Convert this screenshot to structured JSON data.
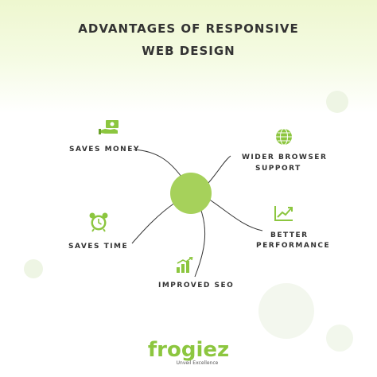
{
  "title": {
    "line1": "ADVANTAGES OF RESPONSIVE",
    "line2": "WEB DESIGN"
  },
  "items": [
    {
      "label": "SAVES MONEY",
      "icon": "money-hand-icon"
    },
    {
      "label": "WIDER BROWSER",
      "label2": "SUPPORT",
      "icon": "globe-icon"
    },
    {
      "label": "BETTER",
      "label2": "PERFORMANCE",
      "icon": "growth-chart-icon"
    },
    {
      "label": "SAVES TIME",
      "icon": "alarm-clock-icon"
    },
    {
      "label": "IMPROVED SEO",
      "icon": "bar-chart-icon"
    }
  ],
  "logo": {
    "name": "frogiez",
    "tagline": "Unveil Excellence"
  },
  "colors": {
    "accent": "#8cc63f",
    "hub": "#a6d15b",
    "text": "#333333",
    "lines": "#333333"
  }
}
